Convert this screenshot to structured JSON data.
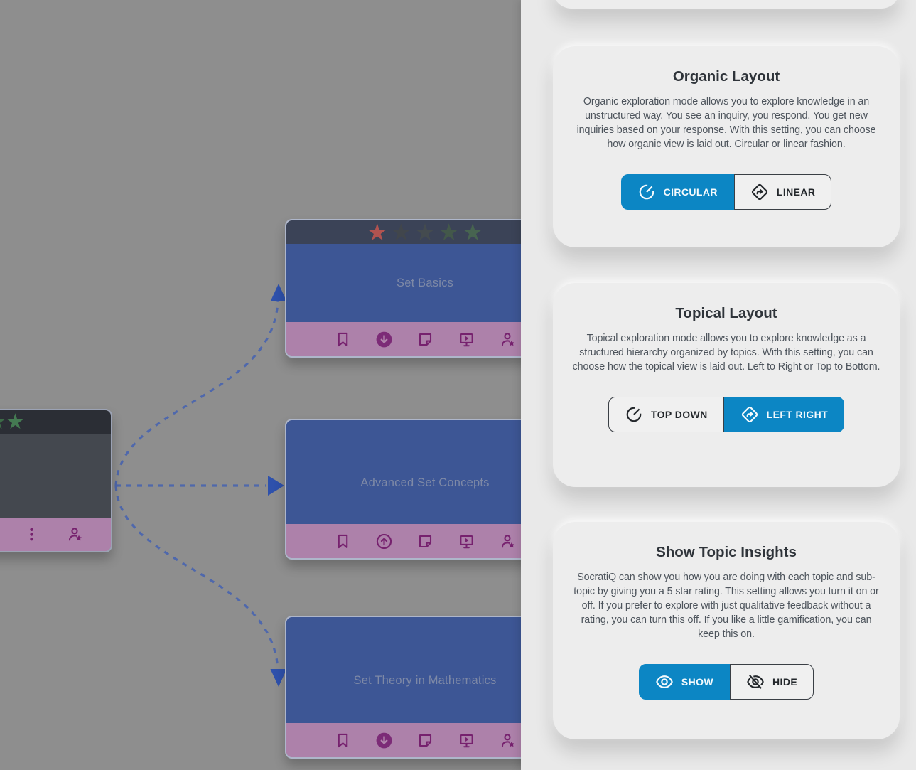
{
  "graph": {
    "parent_node": {
      "rating_star_colors": [
        "#3c6b47",
        "#447a52"
      ],
      "toolbar_icons": [
        "kebab-menu-icon",
        "person-star-icon"
      ]
    },
    "nodes": [
      {
        "label": "Set Basics",
        "rating_star_colors": [
          "#b25350",
          "#41464c",
          "#444b4f",
          "#43584a",
          "#476450"
        ],
        "toolbar_icons": [
          "bookmark-icon",
          "arrow-down-circle-icon",
          "note-icon",
          "presentation-play-icon",
          "person-star-icon"
        ]
      },
      {
        "label": "Advanced Set Concepts",
        "toolbar_icons": [
          "bookmark-icon",
          "arrow-up-circle-icon",
          "note-icon",
          "presentation-play-icon",
          "person-star-icon"
        ]
      },
      {
        "label": "Set Theory in Mathematics",
        "toolbar_icons": [
          "bookmark-icon",
          "arrow-down-circle-icon",
          "note-icon",
          "presentation-play-icon",
          "person-star-icon"
        ]
      }
    ],
    "edge_color": "#4f68ac",
    "arrow_color": "#2e51ac",
    "node_colors": {
      "header": "#3b4357",
      "body": "#3d5695",
      "toolbar": "#ad81aa",
      "icon": "#76216e"
    }
  },
  "panel": {
    "accent_color": "#0c86c4",
    "cards": [
      {
        "title": "Organic Layout",
        "description": "Organic exploration mode allows you to explore knowledge in an unstructured way. You see an inquiry, you respond. You get new inquiries based on your response. With this setting, you can choose how organic view is laid out. Circular or linear fashion.",
        "buttons": [
          {
            "label": "CIRCULAR",
            "icon": "gauge-circular-icon",
            "selected": true
          },
          {
            "label": "LINEAR",
            "icon": "diamond-directions-icon",
            "selected": false
          }
        ]
      },
      {
        "title": "Topical Layout",
        "description": "Topical exploration mode allows you to explore knowledge as a structured hierarchy organized by topics. With this setting, you can choose how the topical view is laid out. Left to Right or Top to Bottom.",
        "buttons": [
          {
            "label": "TOP DOWN",
            "icon": "gauge-circular-icon",
            "selected": false
          },
          {
            "label": "LEFT RIGHT",
            "icon": "diamond-directions-icon",
            "selected": true
          }
        ]
      },
      {
        "title": "Show Topic Insights",
        "description": "SocratiQ can show you how you are doing with each topic and sub-topic by giving you a 5 star rating. This setting allows you turn it on or off. If you prefer to explore with just qualitative feedback without a rating, you can turn this off. If you like a little gamification, you can keep this on.",
        "buttons": [
          {
            "label": "SHOW",
            "icon": "eye-icon",
            "selected": true
          },
          {
            "label": "HIDE",
            "icon": "eye-off-icon",
            "selected": false
          }
        ]
      }
    ]
  }
}
